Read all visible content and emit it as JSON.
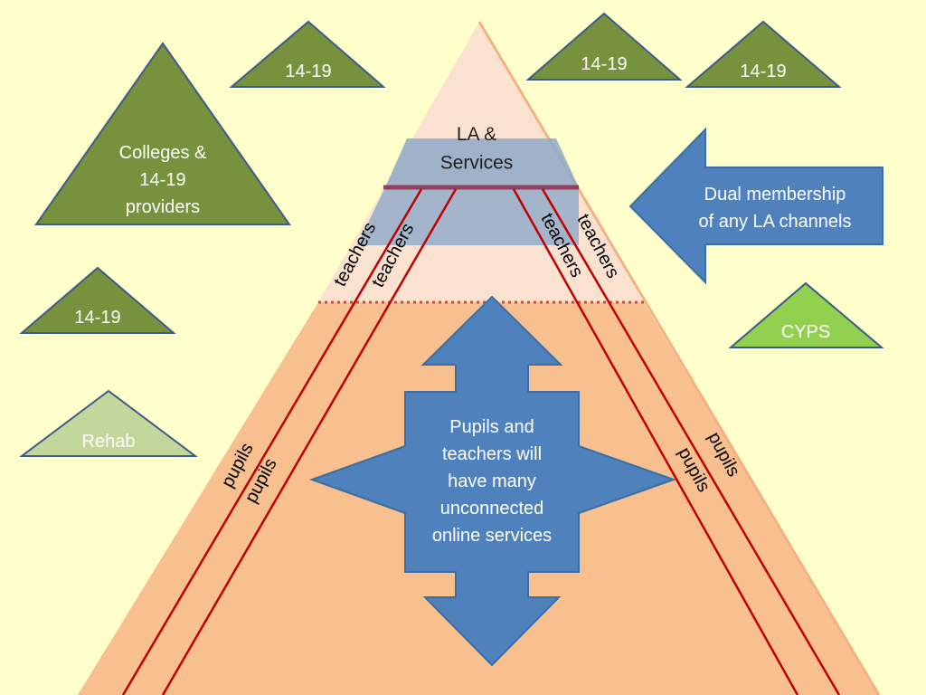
{
  "colors": {
    "background": "#ffffcc",
    "pyramid_top": "#fbe2d0",
    "pyramid_bottom": "#f8c08e",
    "band": "#8ea9c8",
    "green_dark": "#76923c",
    "green_light": "#92d050",
    "green_pale": "#c3d69b",
    "blue": "#4f81bd",
    "red_line": "#c00000"
  },
  "triangles": {
    "colleges": "Colleges &\n14-19\nproviders",
    "top_left": "14-19",
    "top_center": "14-19",
    "top_right": "14-19",
    "left_mid": "14-19",
    "cyps": "CYPS",
    "rehab": "Rehab"
  },
  "pyramid": {
    "la_services": "LA &\nServices",
    "center": "Pupils and\nteachers will\nhave many\nunconnected\nonline services"
  },
  "dual_arrow": "Dual  membership\nof any LA channels",
  "line_labels": {
    "teachers": "teachers",
    "pupils": "pupils"
  }
}
